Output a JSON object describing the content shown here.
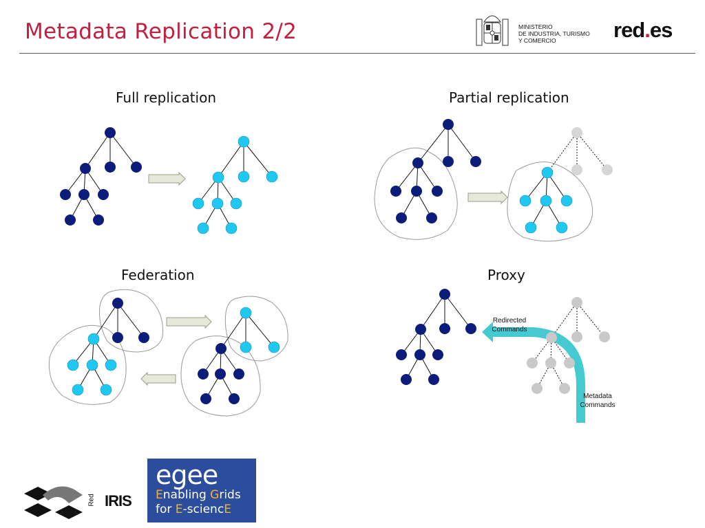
{
  "title": "Metadata Replication 2/2",
  "logos": {
    "ministerio_lines": [
      "MINISTERIO",
      "DE INDUSTRIA, TURISMO",
      "Y COMERCIO"
    ],
    "redes_main": "red",
    "redes_dot": ".",
    "redes_suffix": "es",
    "egee_word": "egee",
    "egee_line1_e": "E",
    "egee_line1_a": "nabling ",
    "egee_line1_g": "G",
    "egee_line1_b": "rids",
    "egee_line2_a": "for ",
    "egee_line2_e": "E",
    "egee_line2_b": "-scienc",
    "egee_line2_e2": "E",
    "rediris_text": "IRIS",
    "rediris_small": "Red"
  },
  "panels": {
    "full": "Full replication",
    "partial": "Partial replication",
    "federation": "Federation",
    "proxy": "Proxy"
  },
  "annotations": {
    "redirected": [
      "Redirected",
      "Commands"
    ],
    "metadata": [
      "Metadata",
      "Commands"
    ]
  },
  "colors": {
    "title": "#c2203f",
    "dark_node": "#0b1c7a",
    "light_node": "#1ec8f0",
    "grey_node": "#c9c9c9",
    "arrow_fill": "#e6e8da",
    "proxy_arrow": "#3cc7cf",
    "egee_bg": "#2b4d9b"
  }
}
